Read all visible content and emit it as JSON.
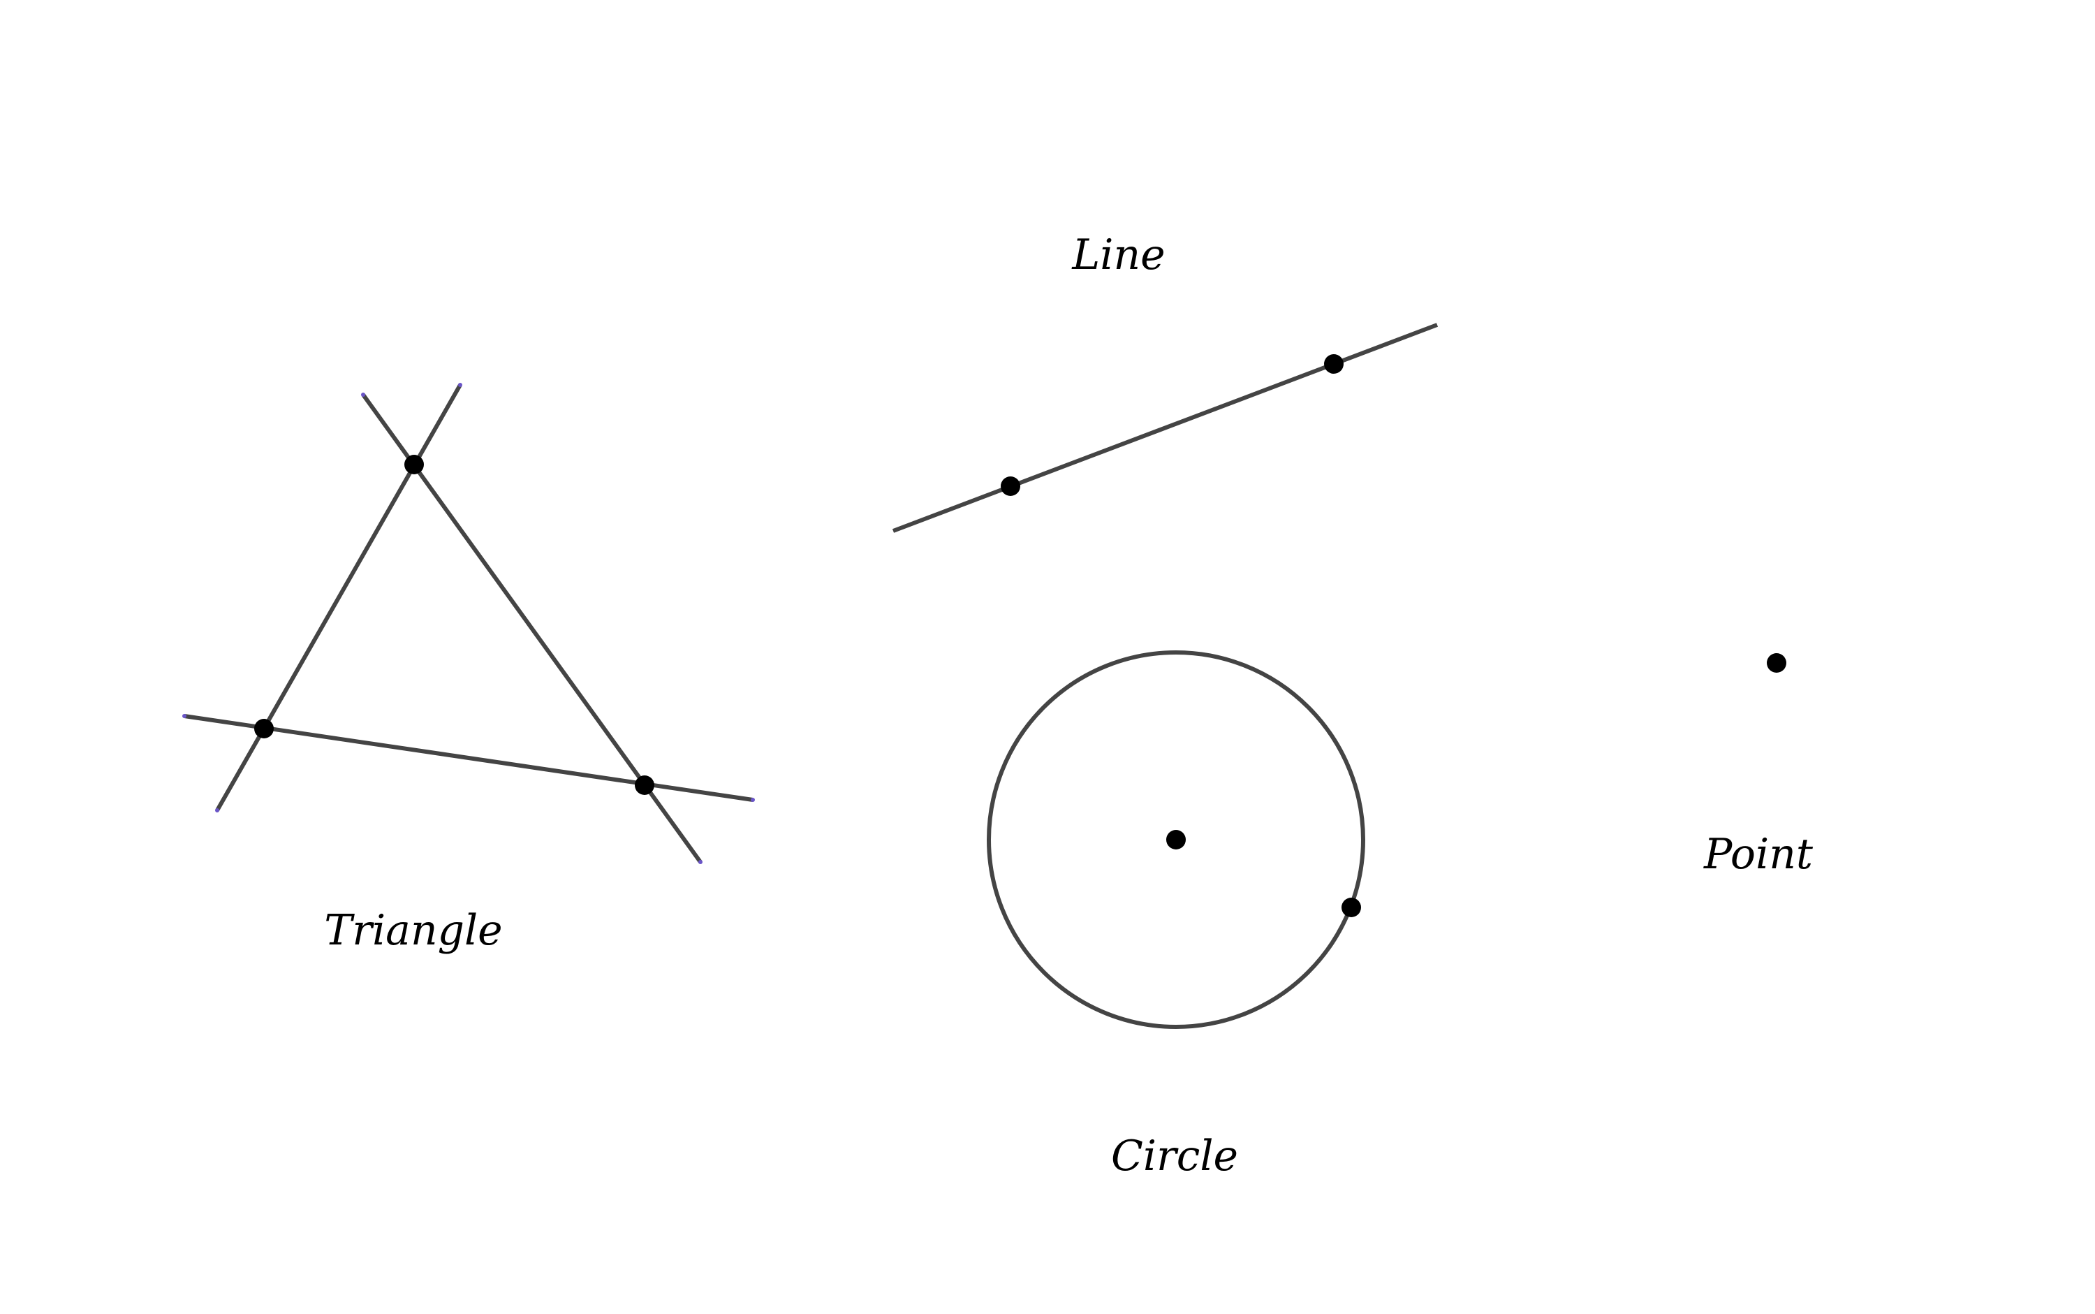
{
  "labels": {
    "line": "Line",
    "triangle": "Triangle",
    "circle": "Circle",
    "point": "Point"
  },
  "colors": {
    "background": "#ffffff",
    "stroke": "#444444",
    "point": "#000000",
    "endpoint_tint": "#6a55c8"
  }
}
